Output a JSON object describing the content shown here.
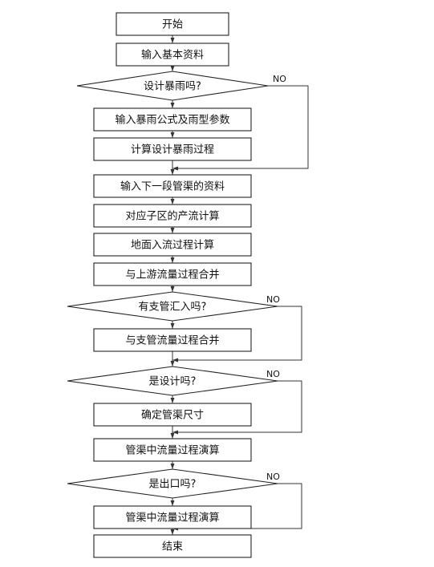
{
  "nodes": [
    {
      "id": "n1",
      "type": "process",
      "label": "开始"
    },
    {
      "id": "n2",
      "type": "process",
      "label": "输入基本资料"
    },
    {
      "id": "d1",
      "type": "decision",
      "label": "设计暴雨吗?"
    },
    {
      "id": "n3",
      "type": "process",
      "label": "输入暴雨公式及雨型参数"
    },
    {
      "id": "n4",
      "type": "process",
      "label": "计算设计暴雨过程"
    },
    {
      "id": "n5",
      "type": "process",
      "label": "输入下一段管渠的资料"
    },
    {
      "id": "n6",
      "type": "process",
      "label": "对应子区的产流计算"
    },
    {
      "id": "n7",
      "type": "process",
      "label": "地面入流过程计算"
    },
    {
      "id": "n8",
      "type": "process",
      "label": "与上游流量过程合并"
    },
    {
      "id": "d2",
      "type": "decision",
      "label": "有支管汇入吗?"
    },
    {
      "id": "n9",
      "type": "process",
      "label": "与支管流量过程合并"
    },
    {
      "id": "d3",
      "type": "decision",
      "label": "是设计吗?"
    },
    {
      "id": "n10",
      "type": "process",
      "label": "确定管渠尺寸"
    },
    {
      "id": "n11",
      "type": "process",
      "label": "管渠中流量过程演算"
    },
    {
      "id": "d4",
      "type": "decision",
      "label": "是出口吗?"
    },
    {
      "id": "n12",
      "type": "process",
      "label": "管渠中流量过程演算"
    },
    {
      "id": "n13",
      "type": "process",
      "label": "结束"
    }
  ],
  "edges": [
    {
      "from": "n1",
      "to": "n2"
    },
    {
      "from": "n2",
      "to": "d1"
    },
    {
      "from": "d1",
      "to": "n3"
    },
    {
      "from": "n3",
      "to": "n4"
    },
    {
      "from": "n4",
      "to": "n5"
    },
    {
      "from": "d1",
      "to": "n5",
      "label": "NO"
    },
    {
      "from": "n5",
      "to": "n6"
    },
    {
      "from": "n6",
      "to": "n7"
    },
    {
      "from": "n7",
      "to": "n8"
    },
    {
      "from": "n8",
      "to": "d2"
    },
    {
      "from": "d2",
      "to": "n9"
    },
    {
      "from": "n9",
      "to": "d3"
    },
    {
      "from": "d2",
      "to": "d3",
      "label": "NO"
    },
    {
      "from": "d3",
      "to": "n10"
    },
    {
      "from": "n10",
      "to": "n11"
    },
    {
      "from": "d3",
      "to": "n11",
      "label": "NO"
    },
    {
      "from": "n11",
      "to": "d4"
    },
    {
      "from": "d4",
      "to": "n12"
    },
    {
      "from": "n12",
      "to": "n13"
    },
    {
      "from": "d4",
      "to": "n13",
      "label": "NO"
    }
  ]
}
